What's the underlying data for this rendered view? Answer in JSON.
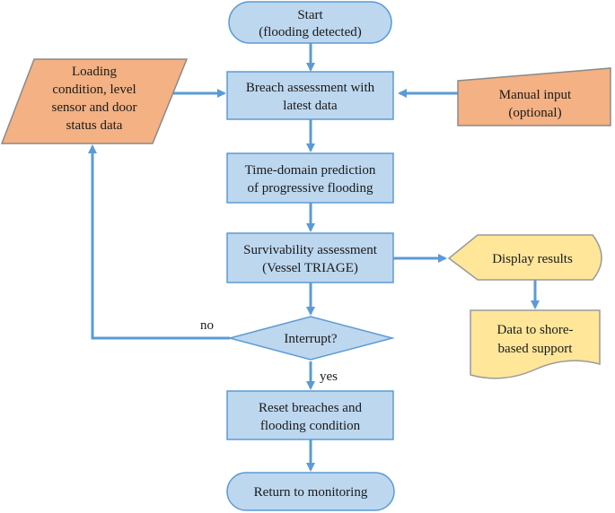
{
  "colors": {
    "process_fill": "#bdd7ee",
    "process_stroke": "#5b9bd5",
    "input_fill": "#f4b183",
    "input_stroke": "#8a8a8a",
    "output_fill": "#ffe699",
    "output_stroke": "#9a9a9a",
    "arrow": "#5b9bd5"
  },
  "nodes": {
    "start": {
      "line1": "Start",
      "line2": "(flooding detected)"
    },
    "breach": {
      "line1": "Breach assessment with",
      "line2": "latest data"
    },
    "loading": {
      "line1": "Loading",
      "line2": "condition, level",
      "line3": "sensor and door",
      "line4": "status data"
    },
    "manual": {
      "line1": "Manual input",
      "line2": "(optional)"
    },
    "prediction": {
      "line1": "Time-domain prediction",
      "line2": "of progressive flooding"
    },
    "survivability": {
      "line1": "Survivability assessment",
      "line2": "(Vessel TRIAGE)"
    },
    "display": {
      "line1": "Display results"
    },
    "shore": {
      "line1": "Data to shore-",
      "line2": "based support"
    },
    "interrupt": {
      "line1": "Interrupt?"
    },
    "reset": {
      "line1": "Reset breaches and",
      "line2": "flooding condition"
    },
    "return": {
      "line1": "Return to monitoring"
    }
  },
  "edge_labels": {
    "no": "no",
    "yes": "yes"
  }
}
